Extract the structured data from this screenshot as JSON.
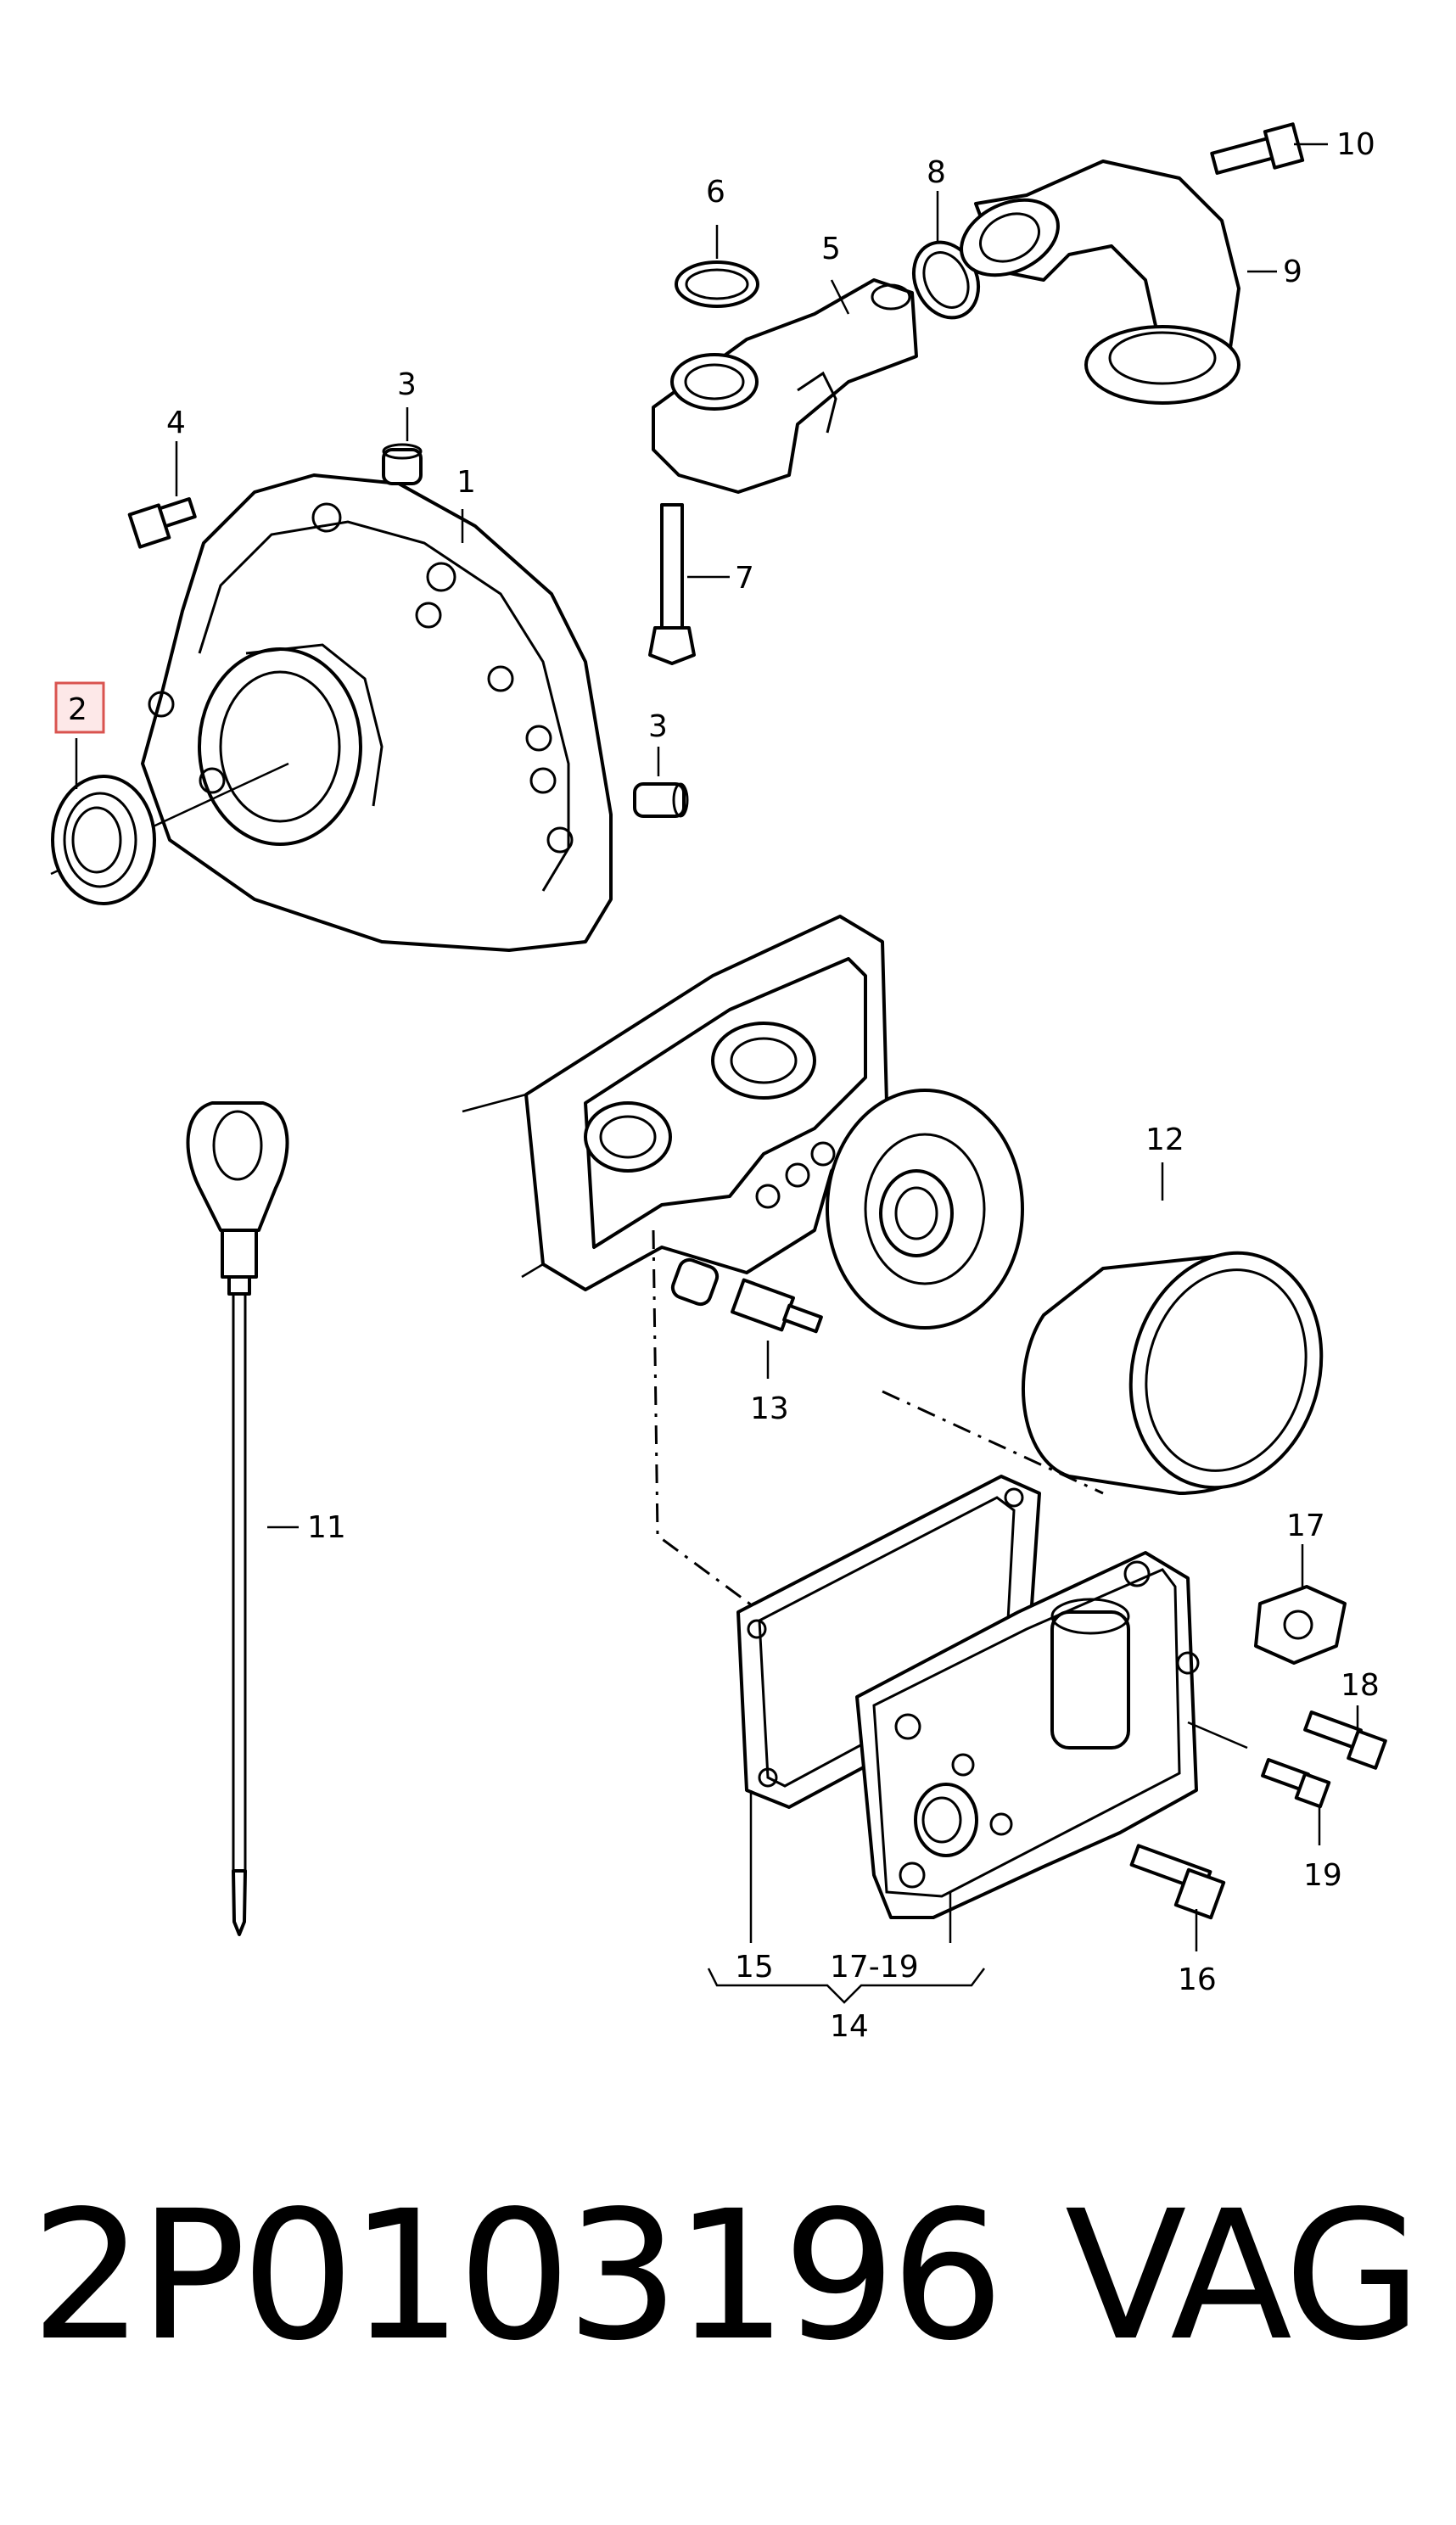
{
  "callouts": {
    "c1": "1",
    "c2": "2",
    "c3a": "3",
    "c3b": "3",
    "c4": "4",
    "c5": "5",
    "c6": "6",
    "c7": "7",
    "c8": "8",
    "c9": "9",
    "c10": "10",
    "c11": "11",
    "c12": "12",
    "c13": "13",
    "c14": "14",
    "c15": "15",
    "c16": "16",
    "c17": "17",
    "c18": "18",
    "c19": "19",
    "c1719": "17-19"
  },
  "highlighted_callout": "2",
  "highlight_color": "#d9534f",
  "footer": {
    "part_number": "2P0103196",
    "brand": "VAG"
  }
}
